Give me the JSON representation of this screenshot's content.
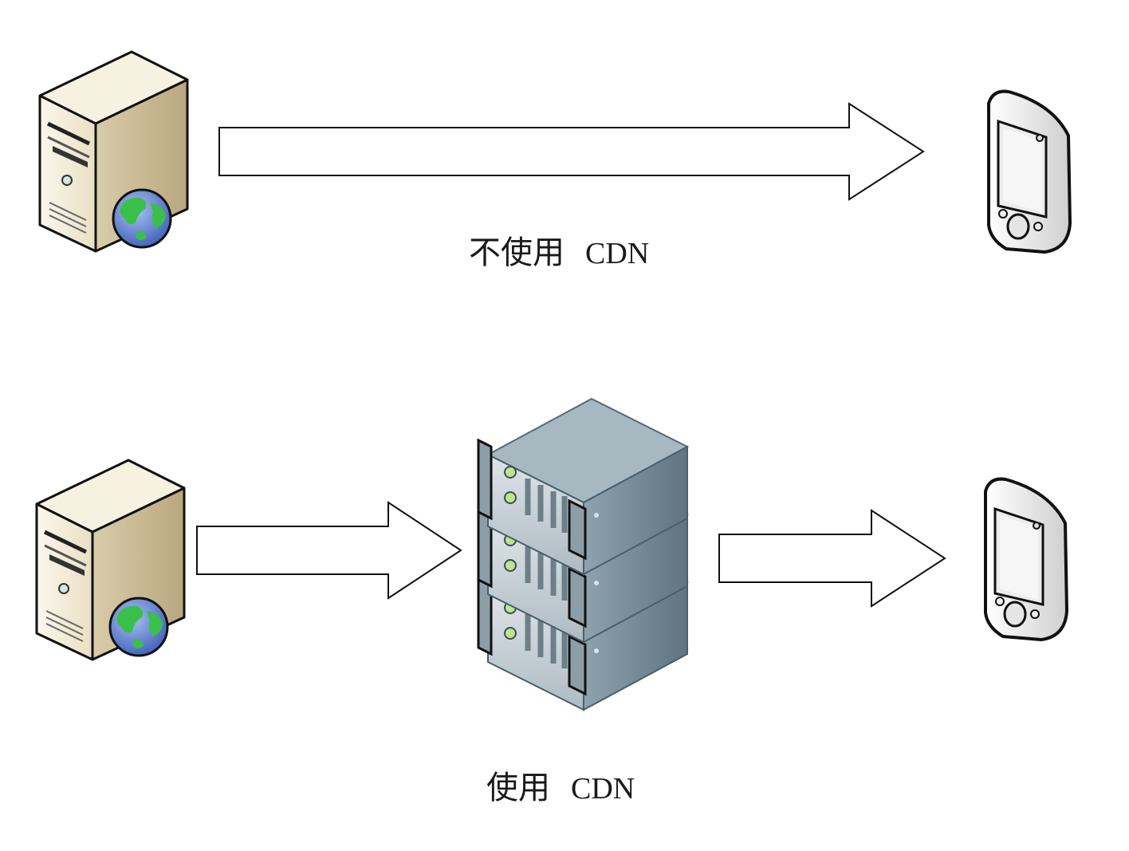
{
  "diagram": {
    "top_row": {
      "caption_prefix": "不使用",
      "caption_cdn": "CDN",
      "source": "web-server-icon",
      "target": "pda-client-icon"
    },
    "bottom_row": {
      "caption_prefix": "使用",
      "caption_cdn": "CDN",
      "source": "web-server-icon",
      "middle": "cdn-server-rack-icon",
      "target": "pda-client-icon"
    },
    "colors": {
      "server_body": "#efe6cf",
      "server_side": "#cbbb95",
      "globe_ocean": "#5b7fd1",
      "globe_land": "#3fbf4a",
      "rack_top": "#8da0aa",
      "rack_front": "#c9d3d8",
      "rack_side": "#6f8591",
      "device_body": "#f2f2f2",
      "device_screen": "#e8e8e8"
    }
  }
}
